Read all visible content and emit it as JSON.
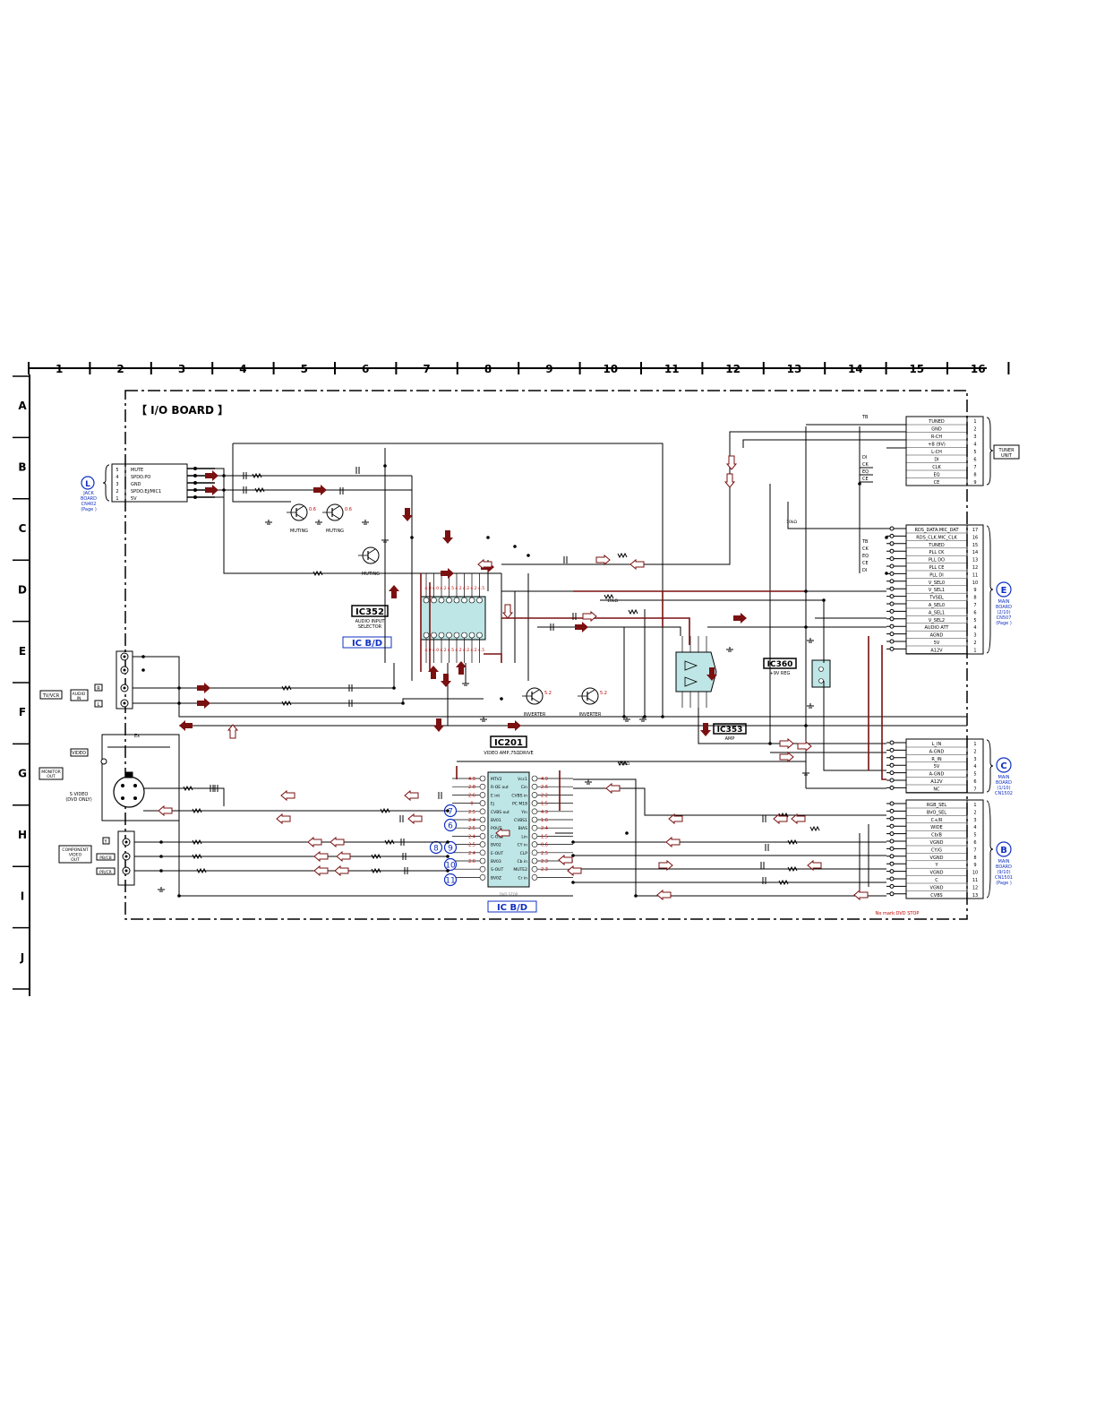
{
  "grid": {
    "columns": [
      "1",
      "2",
      "3",
      "4",
      "5",
      "6",
      "7",
      "8",
      "9",
      "10",
      "11",
      "12",
      "13",
      "14",
      "15",
      "16"
    ],
    "rows": [
      "A",
      "B",
      "C",
      "D",
      "E",
      "F",
      "G",
      "H",
      "I",
      "J"
    ]
  },
  "board": {
    "title": "【 I/O BOARD 】"
  },
  "connectors": {
    "jack": {
      "pins": [
        {
          "num": "5",
          "sig": "MUTE"
        },
        {
          "num": "4",
          "sig": "SPDO.PO"
        },
        {
          "num": "3",
          "sig": "GND"
        },
        {
          "num": "2",
          "sig": "SPDO.EJ/MIC1"
        },
        {
          "num": "1",
          "sig": "5V"
        }
      ],
      "badge": "L",
      "label": [
        "JACK",
        "BOARD",
        "CN402",
        "(Page  )"
      ]
    },
    "tuner": {
      "pins": [
        {
          "sig": "TUNED",
          "num": "1"
        },
        {
          "sig": "GND",
          "num": "2"
        },
        {
          "sig": "R-CH",
          "num": "3"
        },
        {
          "sig": "+B (9V)",
          "num": "4"
        },
        {
          "sig": "L-CH",
          "num": "5"
        },
        {
          "sig": "DI",
          "num": "6"
        },
        {
          "sig": "CLK",
          "num": "7"
        },
        {
          "sig": "EQ",
          "num": "8"
        },
        {
          "sig": "CE",
          "num": "9"
        }
      ],
      "label": [
        "TUNER",
        "UNIT"
      ]
    },
    "main_e": {
      "pins": [
        {
          "sig": "RDS_DATA.MIC_DAT",
          "num": "17"
        },
        {
          "sig": "RDS_CLK.MIC_CLK",
          "num": "16"
        },
        {
          "sig": "TUNED",
          "num": "15"
        },
        {
          "sig": "PLL CK",
          "num": "14"
        },
        {
          "sig": "PLL DO",
          "num": "13"
        },
        {
          "sig": "PLL CE",
          "num": "12"
        },
        {
          "sig": "PLL DI",
          "num": "11"
        },
        {
          "sig": "V_SEL0",
          "num": "10"
        },
        {
          "sig": "V_SEL1",
          "num": "9"
        },
        {
          "sig": "TVSEL",
          "num": "8"
        },
        {
          "sig": "A_SEL0",
          "num": "7"
        },
        {
          "sig": "A_SEL1",
          "num": "6"
        },
        {
          "sig": "V_SEL2",
          "num": "5"
        },
        {
          "sig": "AUDIO ATT",
          "num": "4"
        },
        {
          "sig": "AGND",
          "num": "3"
        },
        {
          "sig": "5V",
          "num": "2"
        },
        {
          "sig": "A12V",
          "num": "1"
        }
      ],
      "badge": "E",
      "label": [
        "MAIN",
        "BOARD",
        "(2/10)",
        "CN507",
        "(Page  )"
      ]
    },
    "main_c": {
      "pins": [
        {
          "sig": "L_IN",
          "num": "1"
        },
        {
          "sig": "A-GND",
          "num": "2"
        },
        {
          "sig": "R_IN",
          "num": "3"
        },
        {
          "sig": "5V",
          "num": "4"
        },
        {
          "sig": "A-GND",
          "num": "5"
        },
        {
          "sig": "A12V",
          "num": "6"
        },
        {
          "sig": "NC",
          "num": "7"
        }
      ],
      "badge": "C",
      "label": [
        "MAIN",
        "BOARD",
        "(1/10)",
        "CN1502"
      ]
    },
    "main_b": {
      "pins": [
        {
          "sig": "RGB_SEL",
          "num": "1"
        },
        {
          "sig": "BVO_SEL",
          "num": "2"
        },
        {
          "sig": "C+/R",
          "num": "3"
        },
        {
          "sig": "WIDE",
          "num": "4"
        },
        {
          "sig": "Cb/B",
          "num": "5"
        },
        {
          "sig": "VGND",
          "num": "6"
        },
        {
          "sig": "CY/G",
          "num": "7"
        },
        {
          "sig": "VGND",
          "num": "8"
        },
        {
          "sig": "Y",
          "num": "9"
        },
        {
          "sig": "VGND",
          "num": "10"
        },
        {
          "sig": "C",
          "num": "11"
        },
        {
          "sig": "VGND",
          "num": "12"
        },
        {
          "sig": "CVBS",
          "num": "13"
        }
      ],
      "badge": "B",
      "label": [
        "MAIN",
        "BOARD",
        "(9/10)",
        "CN1501",
        "(Page  )"
      ]
    }
  },
  "ics": {
    "ic352": {
      "ref": "IC352",
      "desc": [
        "AUDIO INPUT",
        "SELECTOR"
      ]
    },
    "ic201": {
      "ref": "IC201",
      "desc": "VIDEO AMP,75ΩDRIVE"
    },
    "ic353": {
      "ref": "IC353",
      "desc": "AMP"
    },
    "ic360": {
      "ref": "IC360",
      "desc": "+9V REG"
    }
  },
  "ic_bd": [
    "IC B/D",
    "IC B/D"
  ],
  "transistors": [
    "MUTING",
    "MUTING",
    "MUTING",
    "INVERTER",
    "INVERTER"
  ],
  "jacks": {
    "audio_in": {
      "group": "TV/VCR",
      "name": [
        "AUDIO",
        "IN"
      ],
      "r": "R",
      "l": "L"
    },
    "video": {
      "group": [
        "MONITOR",
        "OUT"
      ],
      "name": "VIDEO"
    },
    "svideo": {
      "name": [
        "S VIDEO",
        "(DVD ONLY)"
      ]
    },
    "component": {
      "name": [
        "COMPONENT",
        "VIDEO",
        "OUT"
      ],
      "y": "Y",
      "pb": "PB/CB",
      "pr": "PR/CR"
    }
  },
  "test_points": [
    "7",
    "6",
    "8",
    "9",
    "10",
    "11"
  ],
  "ic201_pins_left": [
    "MTV2",
    "R-OE out",
    "E int",
    "Ej",
    "CVBS out",
    "BV01",
    "POUT",
    "C-OUT",
    "BV02",
    "E-OUT",
    "BV03",
    "S-OUT",
    "BV0Z"
  ],
  "ic201_pins_right": [
    "Vcc1",
    "Cin",
    "CVBS in",
    "PC M18",
    "Yin",
    "CVBS1",
    "BIAS",
    "Lin",
    "CY in",
    "CLP",
    "Cb in",
    "MUTE2",
    "Cr in"
  ],
  "ic201_volt_left": [
    "4.9",
    "2.8",
    "2.6",
    "0",
    "2.5",
    "2.4",
    "2.5",
    "2.4",
    "2.5",
    "2.4",
    "2.6"
  ],
  "ic201_volt_right": [
    "4.9",
    "2.6",
    "2.2",
    "1.5",
    "4.9",
    "1.6",
    "2.4",
    "1.5",
    "0.6",
    "2.5",
    "2.3",
    "2.3"
  ],
  "notes": {
    "marker": "Ex",
    "jack_label": "VIDEO",
    "ic201_bottom": "DVD STOP",
    "footer": "No mark:DVD STOP",
    "volt_mute1": "0.6",
    "volt_mute2": "0.6",
    "volt_inv1": "5.2",
    "volt_inv2": "5.2",
    "tuner_tp": "TB",
    "tuner_lines": [
      "DI",
      "CK",
      "EQ",
      "CE"
    ],
    "main_e_lines": [
      "TB",
      "CK",
      "EQ",
      "CE",
      "DI"
    ],
    "res_10k": "10kΩ"
  },
  "colors": {
    "wire": "#000000",
    "signal": "#7a1010",
    "ic_fill": "#bfe6e6",
    "badge": "#1030c0",
    "voltage": "#c00000"
  }
}
